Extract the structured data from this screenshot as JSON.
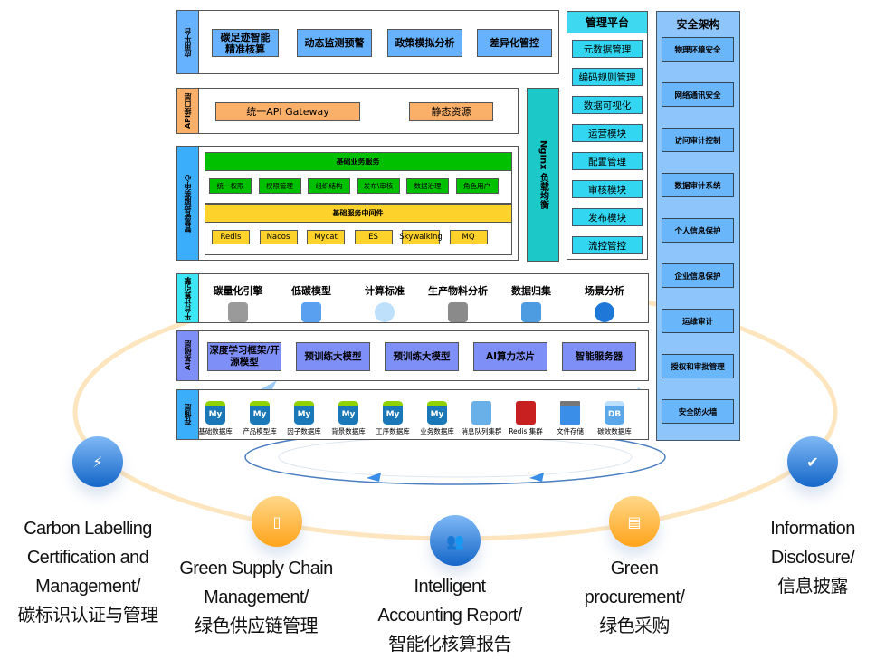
{
  "app_platform": {
    "label": "应用平台",
    "items": [
      "碳足迹智能\n精准核算",
      "动态监测预警",
      "政策模拟分析",
      "差异化管控"
    ]
  },
  "api_layer": {
    "label": "API接口层",
    "gateway": "统一API Gateway",
    "static": "静态资源"
  },
  "nginx": {
    "label": "Nginx 负载均衡"
  },
  "service_center": {
    "label": "智慧管控服务中心",
    "business_title": "基础业务服务",
    "business_items": [
      "统一权限",
      "权限管理",
      "组织结构",
      "发布\\审核",
      "数据治理",
      "角色用户"
    ],
    "middleware_title": "基础服务中间件",
    "middleware_items": [
      "Redis",
      "Nacos",
      "Mycat",
      "ES",
      "Skywalking",
      "MQ"
    ]
  },
  "management": {
    "title": "管理平台",
    "items": [
      "元数据管理",
      "编码规则管理",
      "数据可视化",
      "运营模块",
      "配置管理",
      "审核模块",
      "发布模块",
      "流控管控"
    ]
  },
  "security": {
    "title": "安全架构",
    "items": [
      "物理环境安全",
      "网络通讯安全",
      "访问审计控制",
      "数据审计系统",
      "个人信息保护",
      "企业信息保护",
      "运维审计",
      "授权和审批管理",
      "安全防火墙"
    ]
  },
  "compute_engine": {
    "label": "平台计算引擎",
    "items": [
      {
        "label": "碳量化引擎",
        "icon": "gears-icon"
      },
      {
        "label": "低碳模型",
        "icon": "cube-icon"
      },
      {
        "label": "计算标准",
        "icon": "hexagon-icon"
      },
      {
        "label": "生产物料分析",
        "icon": "factory-icon"
      },
      {
        "label": "数据归集",
        "icon": "buildings-icon"
      },
      {
        "label": "场景分析",
        "icon": "globe-gear-icon"
      }
    ]
  },
  "ai_layer": {
    "label": "AI基础层",
    "items": [
      "深度学习框架/开源模型",
      "预训练大模型",
      "预训练大模型",
      "AI算力芯片",
      "智能服务器"
    ]
  },
  "storage": {
    "label": "存储层",
    "items": [
      {
        "label": "基础数据库",
        "icon": "My"
      },
      {
        "label": "产品模型库",
        "icon": "My"
      },
      {
        "label": "因子数据库",
        "icon": "My"
      },
      {
        "label": "背景数据库",
        "icon": "My"
      },
      {
        "label": "工序数据库",
        "icon": "My"
      },
      {
        "label": "业务数据库",
        "icon": "My"
      },
      {
        "label": "消息队列集群",
        "icon": "queue"
      },
      {
        "label": "Redis 集群",
        "icon": "redis"
      },
      {
        "label": "文件存储",
        "icon": "file"
      },
      {
        "label": "碳效数据库",
        "icon": "DB"
      }
    ]
  },
  "outcomes": [
    {
      "lines": [
        "Carbon Labelling",
        "Certification and",
        "Management/",
        "碳标识认证与管理"
      ],
      "color": "#1a6fd0",
      "icon": "lightbulb-head-icon"
    },
    {
      "lines": [
        "Green Supply Chain",
        "Management/",
        "绿色供应链管理"
      ],
      "color": "#ffab2e",
      "icon": "phone-icon"
    },
    {
      "lines": [
        "Intelligent",
        "Accounting Report/",
        "智能化核算报告"
      ],
      "color": "#1a6fd0",
      "icon": "users-icon"
    },
    {
      "lines": [
        "Green",
        "procurement/",
        "绿色采购"
      ],
      "color": "#ffab2e",
      "icon": "clipboard-icon"
    },
    {
      "lines": [
        "Information",
        "Disclosure/",
        "信息披露"
      ],
      "color": "#1a6fd0",
      "icon": "badge-check-icon"
    }
  ]
}
